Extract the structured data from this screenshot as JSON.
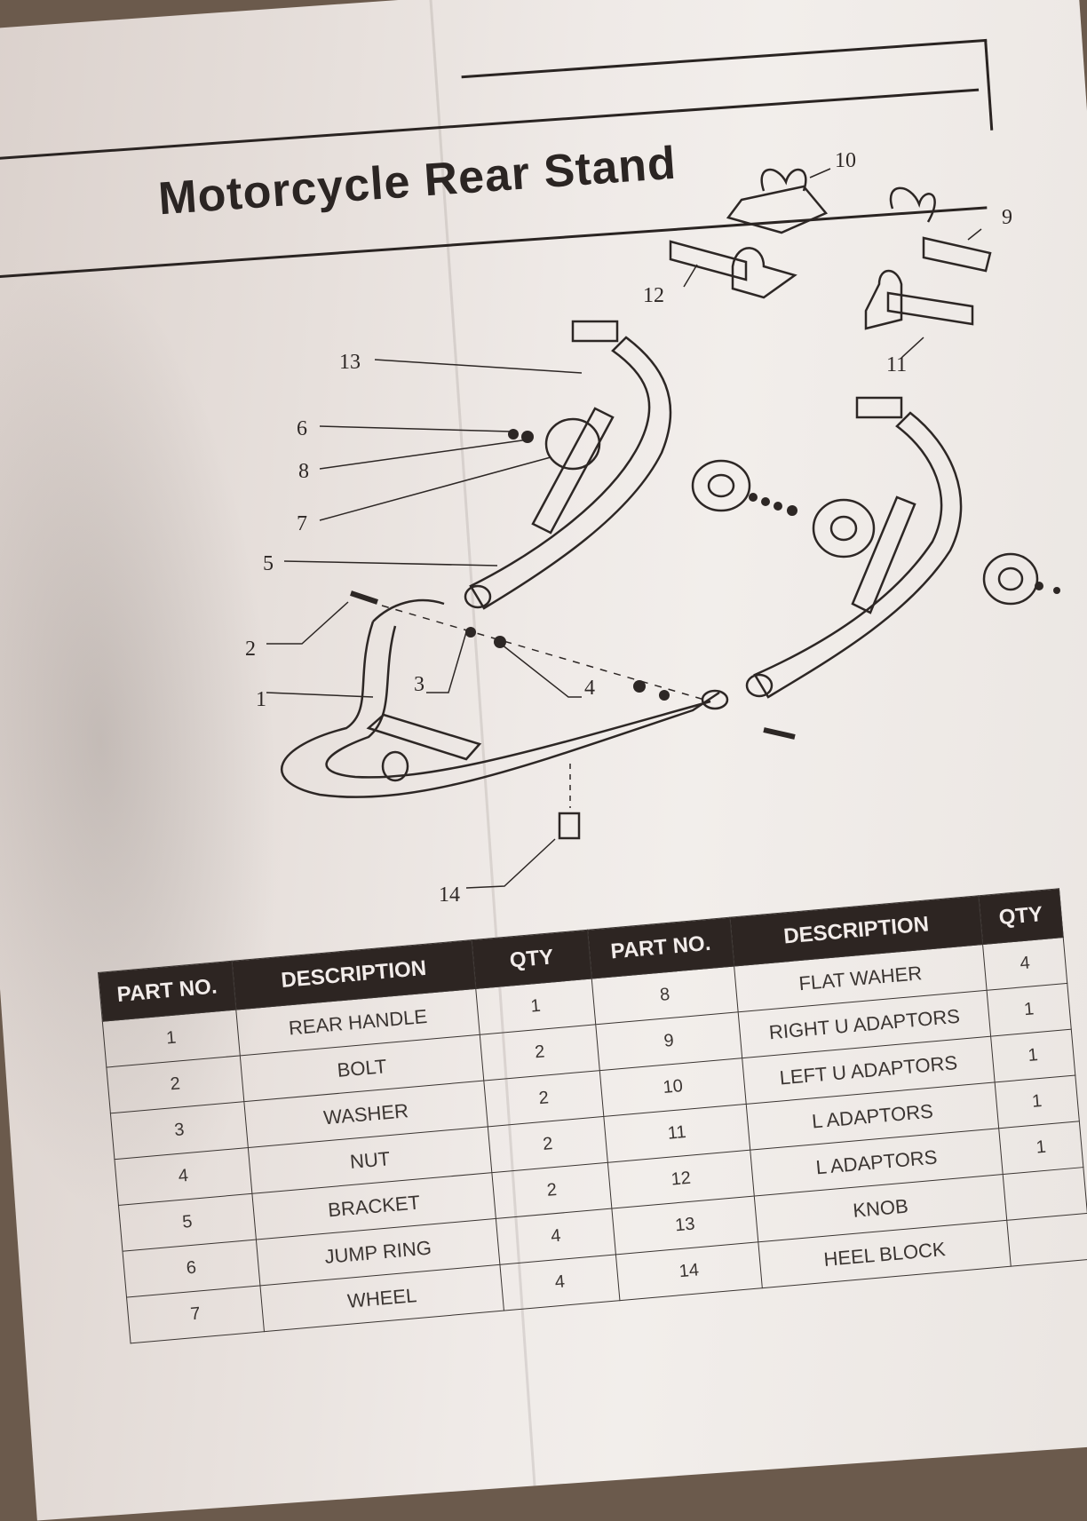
{
  "document": {
    "title": "Motorcycle Rear Stand"
  },
  "diagram": {
    "callouts": [
      "1",
      "2",
      "3",
      "4",
      "5",
      "6",
      "7",
      "8",
      "9",
      "10",
      "11",
      "12",
      "13",
      "14"
    ]
  },
  "parts_table": {
    "headers": {
      "part_no": "PART NO.",
      "description": "DESCRIPTION",
      "qty": "QTY"
    },
    "left": [
      {
        "part_no": "1",
        "description": "REAR HANDLE",
        "qty": "1"
      },
      {
        "part_no": "2",
        "description": "BOLT",
        "qty": "2"
      },
      {
        "part_no": "3",
        "description": "WASHER",
        "qty": "2"
      },
      {
        "part_no": "4",
        "description": "NUT",
        "qty": "2"
      },
      {
        "part_no": "5",
        "description": "BRACKET",
        "qty": "2"
      },
      {
        "part_no": "6",
        "description": "JUMP RING",
        "qty": "4"
      },
      {
        "part_no": "7",
        "description": "WHEEL",
        "qty": "4"
      }
    ],
    "right": [
      {
        "part_no": "8",
        "description": "FLAT WAHER",
        "qty": "4"
      },
      {
        "part_no": "9",
        "description": "RIGHT U ADAPTORS",
        "qty": "1"
      },
      {
        "part_no": "10",
        "description": "LEFT U ADAPTORS",
        "qty": "1"
      },
      {
        "part_no": "11",
        "description": "L ADAPTORS",
        "qty": "1"
      },
      {
        "part_no": "12",
        "description": "L ADAPTORS",
        "qty": "1"
      },
      {
        "part_no": "13",
        "description": "KNOB",
        "qty": ""
      },
      {
        "part_no": "14",
        "description": "HEEL BLOCK",
        "qty": ""
      }
    ]
  }
}
